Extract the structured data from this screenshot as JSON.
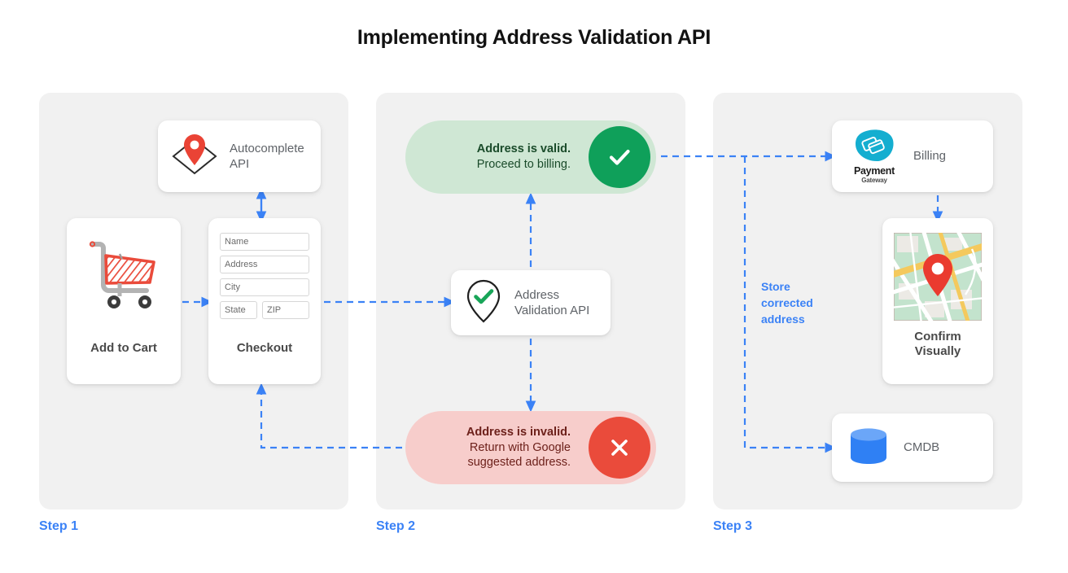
{
  "title": "Implementing Address Validation API",
  "theme": {
    "accent_blue": "#3b82f6",
    "panel_bg": "#f1f1f1",
    "valid_green": "#0fa05a",
    "valid_pill_bg": "#cfe7d4",
    "invalid_red": "#ea4b3b",
    "invalid_pill_bg": "#f7cdcb",
    "cart_red": "#ea4b3b",
    "cmdb_blue": "#3b82f6",
    "payment_cyan": "#14aed0"
  },
  "steps": [
    {
      "label": "Step 1"
    },
    {
      "label": "Step 2"
    },
    {
      "label": "Step 3"
    }
  ],
  "step1": {
    "autocomplete": {
      "label": "Autocomplete\nAPI",
      "line1": "Autocomplete",
      "line2": "API",
      "icon": "map-pin-on-map-icon"
    },
    "add_to_cart": {
      "caption": "Add to Cart",
      "icon": "shopping-cart-icon"
    },
    "checkout": {
      "caption": "Checkout",
      "fields": [
        {
          "name": "name",
          "placeholder": "Name"
        },
        {
          "name": "address",
          "placeholder": "Address"
        },
        {
          "name": "city",
          "placeholder": "City"
        },
        {
          "name": "state",
          "placeholder": "State"
        },
        {
          "name": "zip",
          "placeholder": "ZIP"
        }
      ]
    }
  },
  "step2": {
    "valid": {
      "heading": "Address is valid.",
      "body": "Proceed to billing.",
      "icon": "check-icon"
    },
    "invalid": {
      "heading": "Address is invalid.",
      "body_line1": "Return with Google",
      "body_line2": "suggested address.",
      "icon": "close-x-icon"
    },
    "validation_api": {
      "line1": "Address",
      "line2": "Validation API",
      "icon": "map-pin-check-icon"
    }
  },
  "step3": {
    "billing": {
      "label": "Billing",
      "logo_name": "Payment",
      "logo_sub": "Gateway",
      "icon": "payment-gateway-icon"
    },
    "confirm": {
      "caption_line1": "Confirm",
      "caption_line2": "Visually",
      "icon": "map-thumbnail-icon"
    },
    "cmdb": {
      "label": "CMDB",
      "icon": "database-icon"
    },
    "store_note_line1": "Store",
    "store_note_line2": "corrected",
    "store_note_line3": "address"
  }
}
